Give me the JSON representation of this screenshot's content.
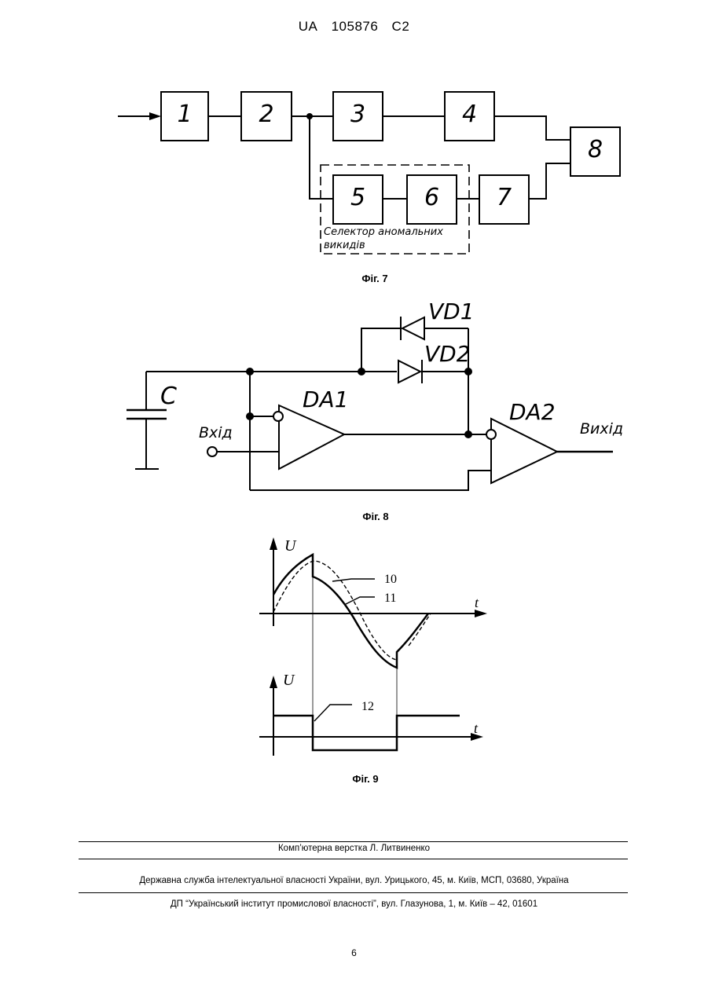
{
  "header": {
    "country": "UA",
    "number": "105876",
    "kind": "C2"
  },
  "fig7": {
    "blocks": [
      "1",
      "2",
      "3",
      "4",
      "5",
      "6",
      "7",
      "8"
    ],
    "selector_line1": "Селектор аномальних",
    "selector_line2": "викидів",
    "caption": "Фiг. 7"
  },
  "fig8": {
    "vd1": "VD1",
    "vd2": "VD2",
    "c": "C",
    "da1": "DA1",
    "da2": "DA2",
    "input": "Вхід",
    "output": "Вихід",
    "caption": "Фiг. 8"
  },
  "fig9": {
    "u_top": "U",
    "t_top": "t",
    "label10": "10",
    "label11": "11",
    "u_bottom": "U",
    "t_bottom": "t",
    "label12": "12",
    "caption": "Фiг. 9"
  },
  "footer": {
    "layout": "Комп’ютерна верстка Л. Литвиненко",
    "office": "Державна служба інтелектуальної власності України, вул. Урицького, 45, м. Київ, МСП, 03680, Україна",
    "institute": "ДП “Український інститут промислової власності”, вул. Глазунова, 1, м. Київ – 42, 01601",
    "page_number": "6"
  }
}
